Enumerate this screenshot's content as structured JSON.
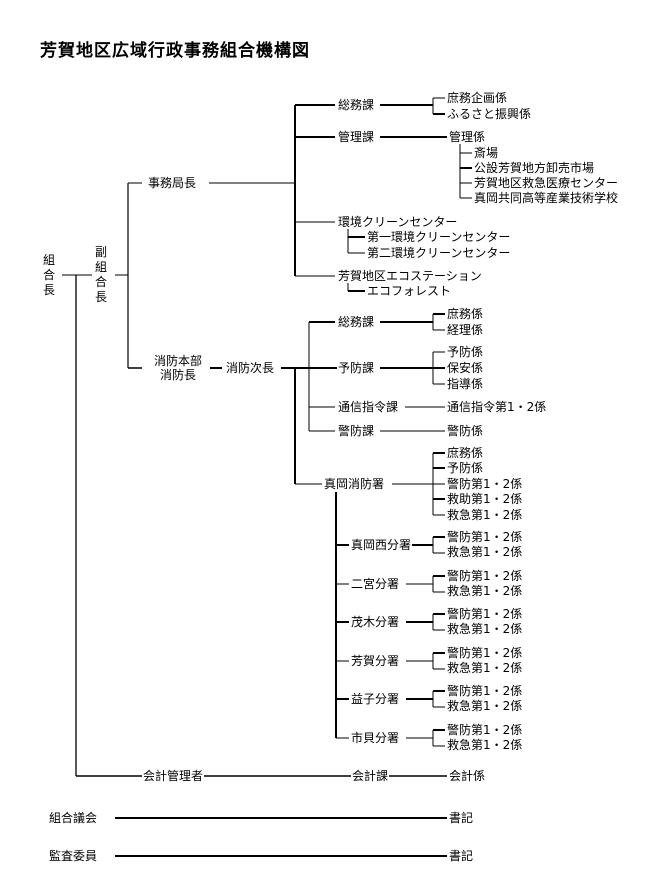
{
  "title": "芳賀地区広域行政事務組合機構図",
  "chairman": "組合長",
  "vice_chairman": "副組合長",
  "secretariat": {
    "head": "事務局長",
    "sections": [
      {
        "name": "総務課",
        "units": [
          "庶務企画係",
          "ふるさと振興係"
        ]
      },
      {
        "name": "管理課",
        "units": [
          "管理係"
        ],
        "facilities": [
          "斎場",
          "公設芳賀地方卸売市場",
          "芳賀地区救急医療センター",
          "真岡共同高等産業技術学校"
        ]
      },
      {
        "name": "環境クリーンセンター",
        "facilities": [
          "第一環境クリーンセンター",
          "第二環境クリーンセンター"
        ]
      },
      {
        "name": "芳賀地区エコステーション",
        "facilities": [
          "エコフォレスト"
        ]
      }
    ]
  },
  "fire": {
    "head_line1": "消防本部",
    "head_line2": "消防長",
    "deputy": "消防次長",
    "sections": [
      {
        "name": "総務課",
        "units": [
          "庶務係",
          "経理係"
        ]
      },
      {
        "name": "予防課",
        "units": [
          "予防係",
          "保安係",
          "指導係"
        ]
      },
      {
        "name": "通信指令課",
        "units": [
          "通信指令第1・2係"
        ]
      },
      {
        "name": "警防課",
        "units": [
          "警防係"
        ]
      }
    ],
    "station": {
      "name": "真岡消防署",
      "units": [
        "庶務係",
        "予防係",
        "警防第1・2係",
        "救助第1・2係",
        "救急第1・2係"
      ]
    },
    "branches": [
      {
        "name": "真岡西分署",
        "units": [
          "警防第1・2係",
          "救急第1・2係"
        ]
      },
      {
        "name": "二宮分署",
        "units": [
          "警防第1・2係",
          "救急第1・2係"
        ]
      },
      {
        "name": "茂木分署",
        "units": [
          "警防第1・2係",
          "救急第1・2係"
        ]
      },
      {
        "name": "芳賀分署",
        "units": [
          "警防第1・2係",
          "救急第1・2係"
        ]
      },
      {
        "name": "益子分署",
        "units": [
          "警防第1・2係",
          "救急第1・2係"
        ]
      },
      {
        "name": "市貝分署",
        "units": [
          "警防第1・2係",
          "救急第1・2係"
        ]
      }
    ]
  },
  "accounting": {
    "head": "会計管理者",
    "section": "会計課",
    "unit": "会計係"
  },
  "assembly": {
    "name": "組合議会",
    "unit": "書記"
  },
  "auditor": {
    "name": "監査委員",
    "unit": "書記"
  }
}
